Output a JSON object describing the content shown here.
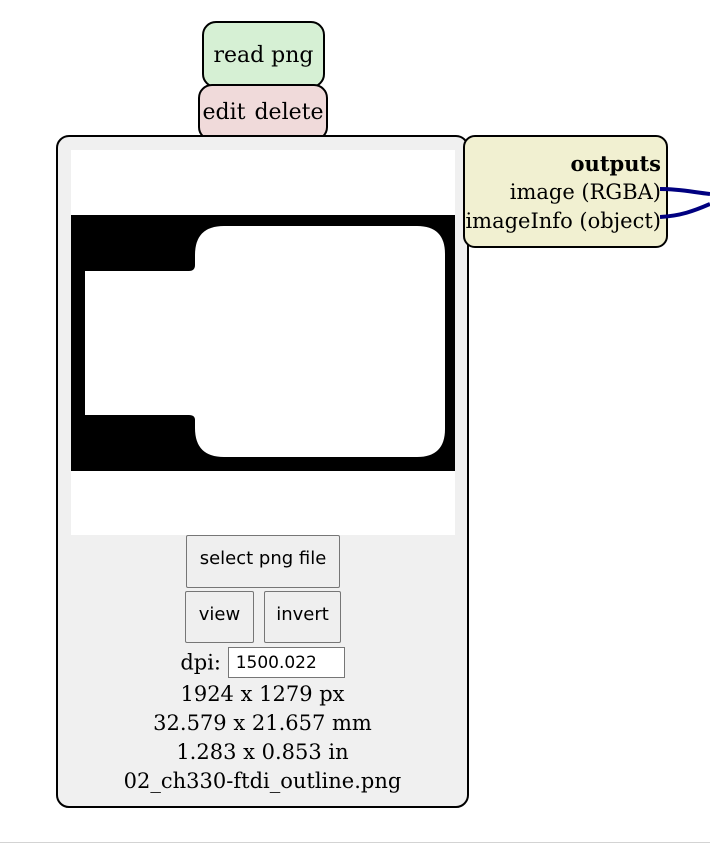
{
  "node": {
    "title": "read png",
    "actions": {
      "edit_label": "edit",
      "delete_label": "delete"
    },
    "buttons": {
      "select_file": "select png file",
      "view": "view",
      "invert": "invert"
    },
    "dpi": {
      "label": "dpi:",
      "value": "1500.022"
    },
    "info": {
      "pixels": "1924 x 1279 px",
      "millimeters": "32.579 x 21.657 mm",
      "inches": "1.283 x 0.853 in",
      "filename": "02_ch330-ftdi_outline.png"
    }
  },
  "outputs": {
    "header": "outputs",
    "items": [
      {
        "label": "image (RGBA)"
      },
      {
        "label": "imageInfo (object)"
      }
    ]
  },
  "colors": {
    "title_bg": "#d6f0d4",
    "actions_bg": "#f0dada",
    "module_bg": "#f0f0f0",
    "outputs_bg": "#f1f0d1",
    "wire": "#000080"
  }
}
